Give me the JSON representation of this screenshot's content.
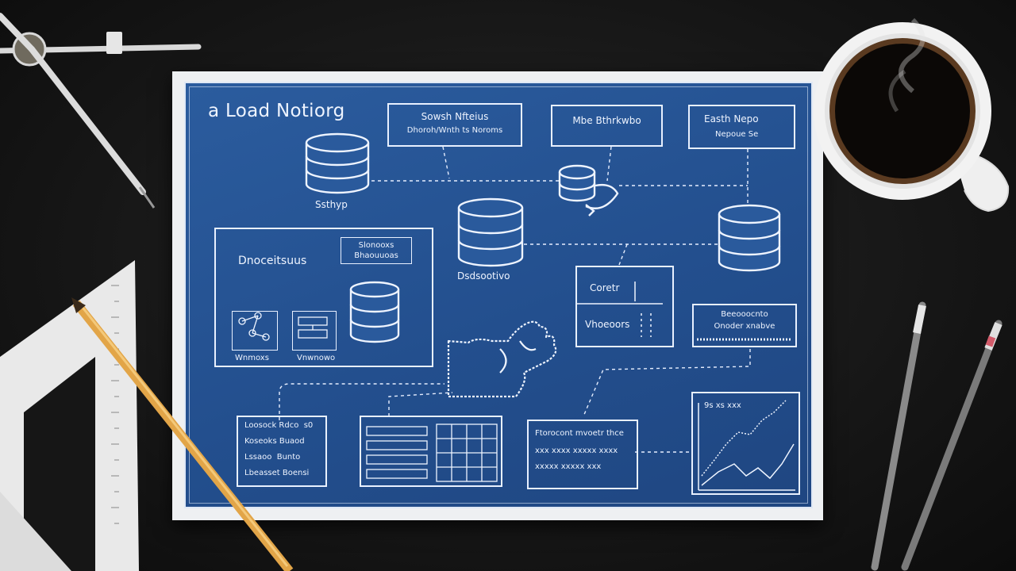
{
  "blueprint": {
    "title": "a Load Notiorg",
    "top_boxes": [
      {
        "line1": "Sowsh Nfteius",
        "line2": "Dhoroh/Wnth ts Noroms"
      },
      {
        "line1": "Mbe Bthrkwbo",
        "line2": ""
      },
      {
        "line1": "Easth Nepo",
        "line2": "Nepoue  Se"
      }
    ],
    "db_labels": {
      "storage": "Ssthyp",
      "docs": "Dsdsootivo"
    },
    "panel_left": {
      "heading": "Dnoceitsuus",
      "tag_line1": "Slonooxs",
      "tag_line2": "Bhaouuoas",
      "icon1_label": "Wnmoxs",
      "icon2_label": "Vnwnowo"
    },
    "center_card": {
      "line1": "Coretr",
      "line2": "Vhoeoors"
    },
    "right_card": {
      "line1": "Beeooocnto",
      "line2": "Onoder xnabve"
    },
    "legend_lines": [
      "Loosock Rdco  s0",
      "Koseoks Buaod",
      "Lssaoo  Bunto",
      "Lbeasset Boensi"
    ],
    "note_lines": [
      "Ftorocont mvoetr thce",
      "xxx xxxx xxxxx xxxx",
      "xxxxx xxxxx xxx"
    ],
    "chart_label": "9s  xs xxx"
  },
  "colors": {
    "blueprint": "#2b5c9e",
    "line": "#e8f0ff",
    "desk": "#1a1a1a",
    "pencil": "#e0a040"
  },
  "icons": [
    "compass-icon",
    "triangle-ruler-icon",
    "pencil-icon",
    "coffee-cup-icon",
    "pen-icon",
    "database-icon",
    "hand-icon",
    "line-chart-icon"
  ]
}
